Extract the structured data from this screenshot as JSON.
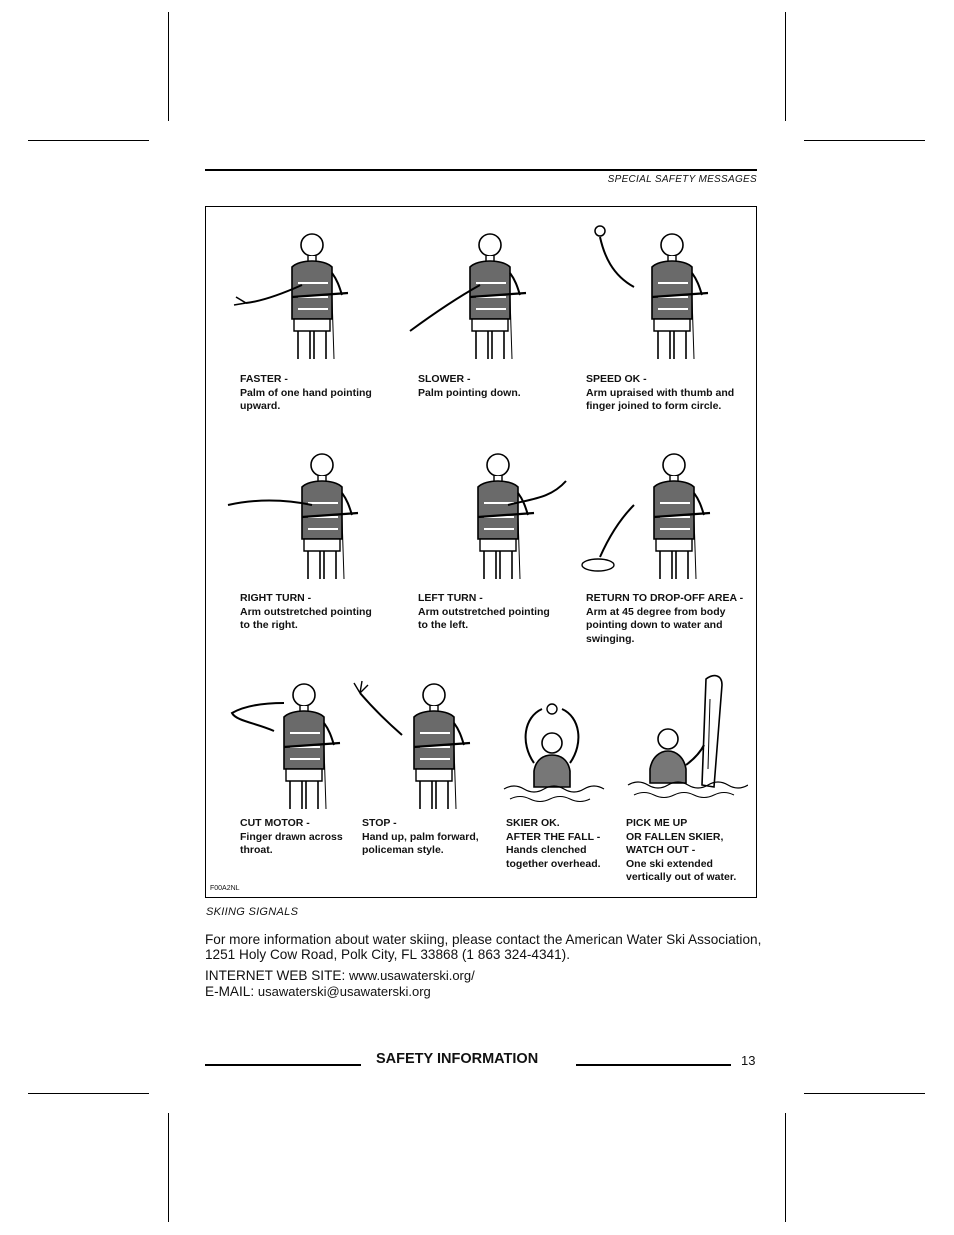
{
  "header": {
    "section": "SPECIAL SAFETY MESSAGES"
  },
  "figure": {
    "id": "F00A2NL",
    "caption": "SKIING SIGNALS",
    "signals": [
      {
        "title": "FASTER -",
        "desc": "Palm of one hand pointing\nupward."
      },
      {
        "title": "SLOWER -",
        "desc": "Palm pointing down."
      },
      {
        "title": "SPEED OK -",
        "desc": "Arm upraised with thumb and\nfinger joined to form circle."
      },
      {
        "title": "RIGHT TURN -",
        "desc": "Arm outstretched pointing\nto the right."
      },
      {
        "title": "LEFT TURN -",
        "desc": "Arm outstretched pointing\nto the left."
      },
      {
        "title": "RETURN TO DROP-OFF AREA -",
        "desc": "Arm at 45 degree from body\npointing down to water and\nswinging."
      },
      {
        "title": "CUT MOTOR -",
        "desc": "Finger drawn across\nthroat."
      },
      {
        "title": "STOP -",
        "desc": "Hand up, palm forward,\npoliceman style."
      },
      {
        "title": "SKIER OK.\nAFTER THE FALL -",
        "desc": "Hands clenched\ntogether overhead."
      },
      {
        "title": "PICK ME UP\nOR FALLEN SKIER,\nWATCH OUT -",
        "desc": "One ski extended\nvertically out of water."
      }
    ]
  },
  "info": {
    "paragraph": "For more information about water skiing, please contact the American Water Ski Association, 1251 Holy Cow Road, Polk City, FL 33868 (1 863 324-4341).",
    "web_label": "INTERNET WEB SITE:",
    "web_value": "www.usawaterski.org/",
    "email_label": "E-MAIL:",
    "email_value": "usawaterski@usawaterski.org"
  },
  "footer": {
    "title": "SAFETY INFORMATION",
    "page": "13"
  }
}
